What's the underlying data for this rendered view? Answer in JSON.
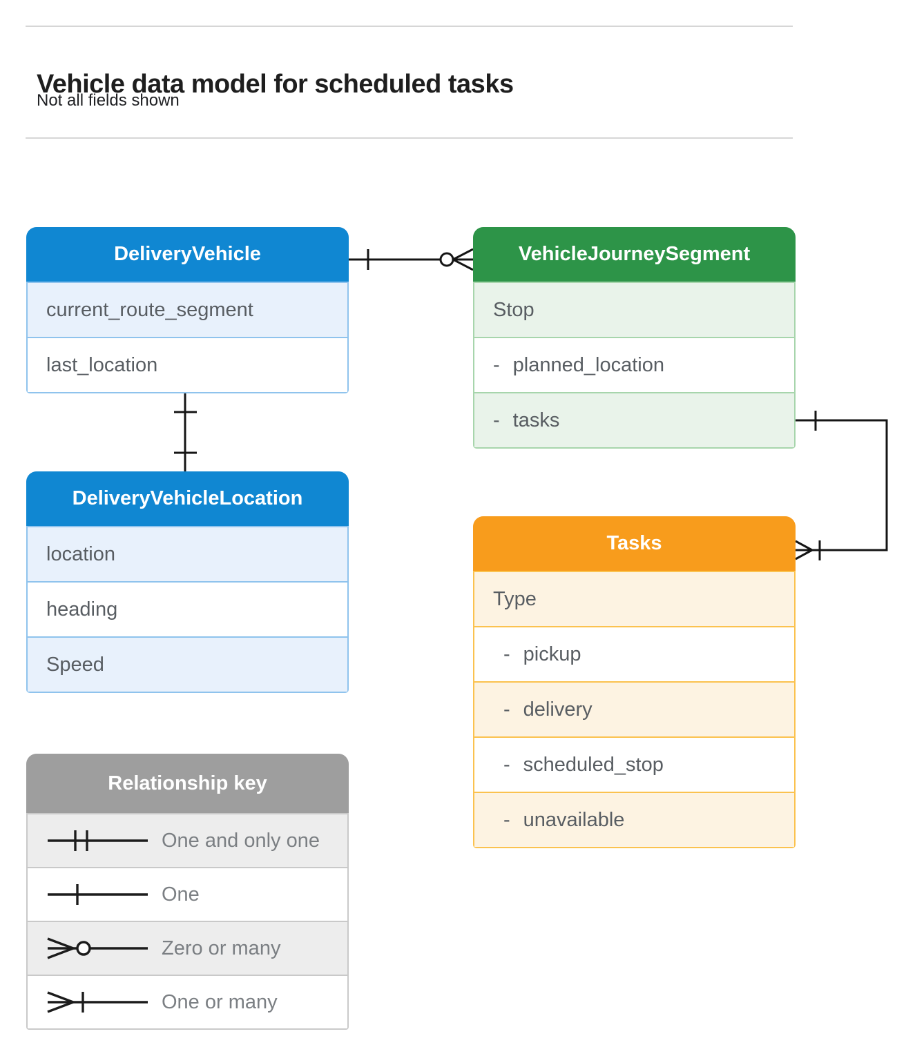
{
  "page": {
    "title": "Vehicle data model for scheduled tasks",
    "subtitle": "Not all fields shown"
  },
  "entities": {
    "delivery_vehicle": {
      "title": "DeliveryVehicle",
      "fields": [
        {
          "label": "current_route_segment"
        },
        {
          "label": "last_location"
        }
      ]
    },
    "vehicle_journey_segment": {
      "title": "VehicleJourneySegment",
      "fields": [
        {
          "label": "Stop"
        },
        {
          "bullet": "-",
          "label": "planned_location"
        },
        {
          "bullet": "-",
          "label": "tasks"
        }
      ]
    },
    "delivery_vehicle_location": {
      "title": "DeliveryVehicleLocation",
      "fields": [
        {
          "label": "location"
        },
        {
          "label": "heading"
        },
        {
          "label": "Speed"
        }
      ]
    },
    "tasks": {
      "title": "Tasks",
      "fields": [
        {
          "label": "Type"
        },
        {
          "bullet": "-",
          "label": "pickup"
        },
        {
          "bullet": "-",
          "label": "delivery"
        },
        {
          "bullet": "-",
          "label": "scheduled_stop"
        },
        {
          "bullet": "-",
          "label": "unavailable"
        }
      ]
    }
  },
  "relationships": [
    {
      "from": "DeliveryVehicle",
      "to": "VehicleJourneySegment",
      "from_cardinality": "one",
      "to_cardinality": "zero-or-many"
    },
    {
      "from": "DeliveryVehicle",
      "to": "DeliveryVehicleLocation",
      "from_cardinality": "one",
      "to_cardinality": "one"
    },
    {
      "from": "VehicleJourneySegment.tasks",
      "to": "Tasks",
      "from_cardinality": "one",
      "to_cardinality": "one-or-many"
    }
  ],
  "legend": {
    "title": "Relationship key",
    "items": [
      {
        "symbol": "one-and-only-one",
        "label": "One and only one"
      },
      {
        "symbol": "one",
        "label": "One"
      },
      {
        "symbol": "zero-or-many",
        "label": "Zero or many"
      },
      {
        "symbol": "one-or-many",
        "label": "One or many"
      }
    ]
  },
  "colors": {
    "blue": "#1087d2",
    "blue_light": "#e8f1fc",
    "blue_border": "#8fc3ed",
    "green": "#2d9448",
    "green_light": "#e9f3ea",
    "green_border": "#a7d5ac",
    "orange": "#f89c1c",
    "orange_light": "#fdf3e2",
    "orange_border": "#fbc24f",
    "gray": "#9e9e9e",
    "gray_light": "#ededed",
    "gray_border": "#c9c9c9",
    "connector": "#151515",
    "title_text": "#1e1e1e",
    "field_text": "#585d62",
    "legend_text": "#7b7f83"
  }
}
